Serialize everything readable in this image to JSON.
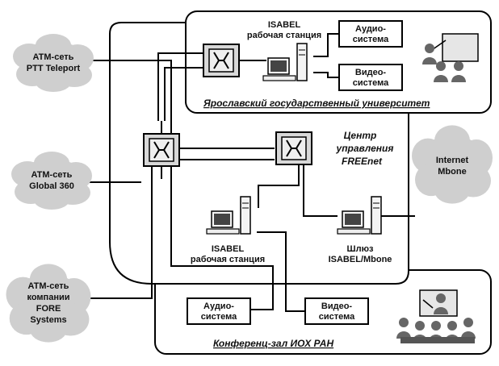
{
  "clouds": {
    "ptt": [
      "ATM-сеть",
      "PTT Teleport"
    ],
    "global360": [
      "ATM-сеть",
      "Global 360"
    ],
    "fore": [
      "ATM-сеть",
      "компании",
      "FORE",
      "Systems"
    ],
    "internet": [
      "Internet",
      "Mbone"
    ]
  },
  "yaroslavl": {
    "workstation_label": [
      "ISABEL",
      "рабочая станция"
    ],
    "audio_box": [
      "Аудио-",
      "система"
    ],
    "video_box": [
      "Видео-",
      "система"
    ],
    "caption": "Ярославский государственный университет"
  },
  "center": [
    "Центр",
    "управления",
    "FREEnet"
  ],
  "center_workstation_label": [
    "ISABEL",
    "рабочая станция"
  ],
  "gateway_label": [
    "Шлюз",
    "ISABEL/Mbone"
  ],
  "conference": {
    "audio_box": [
      "Аудио-",
      "система"
    ],
    "video_box": [
      "Видео-",
      "система"
    ],
    "caption": "Конференц-зал ИОХ РАН"
  },
  "colors": {
    "line": "#000000",
    "switch_fill": "#d8d8d8",
    "cloud_fill": "#cfcfcf",
    "background": "#ffffff"
  },
  "icons": [
    "atm-switch-icon",
    "computer-workstation-icon",
    "presenter-audience-icon",
    "cloud-icon"
  ]
}
